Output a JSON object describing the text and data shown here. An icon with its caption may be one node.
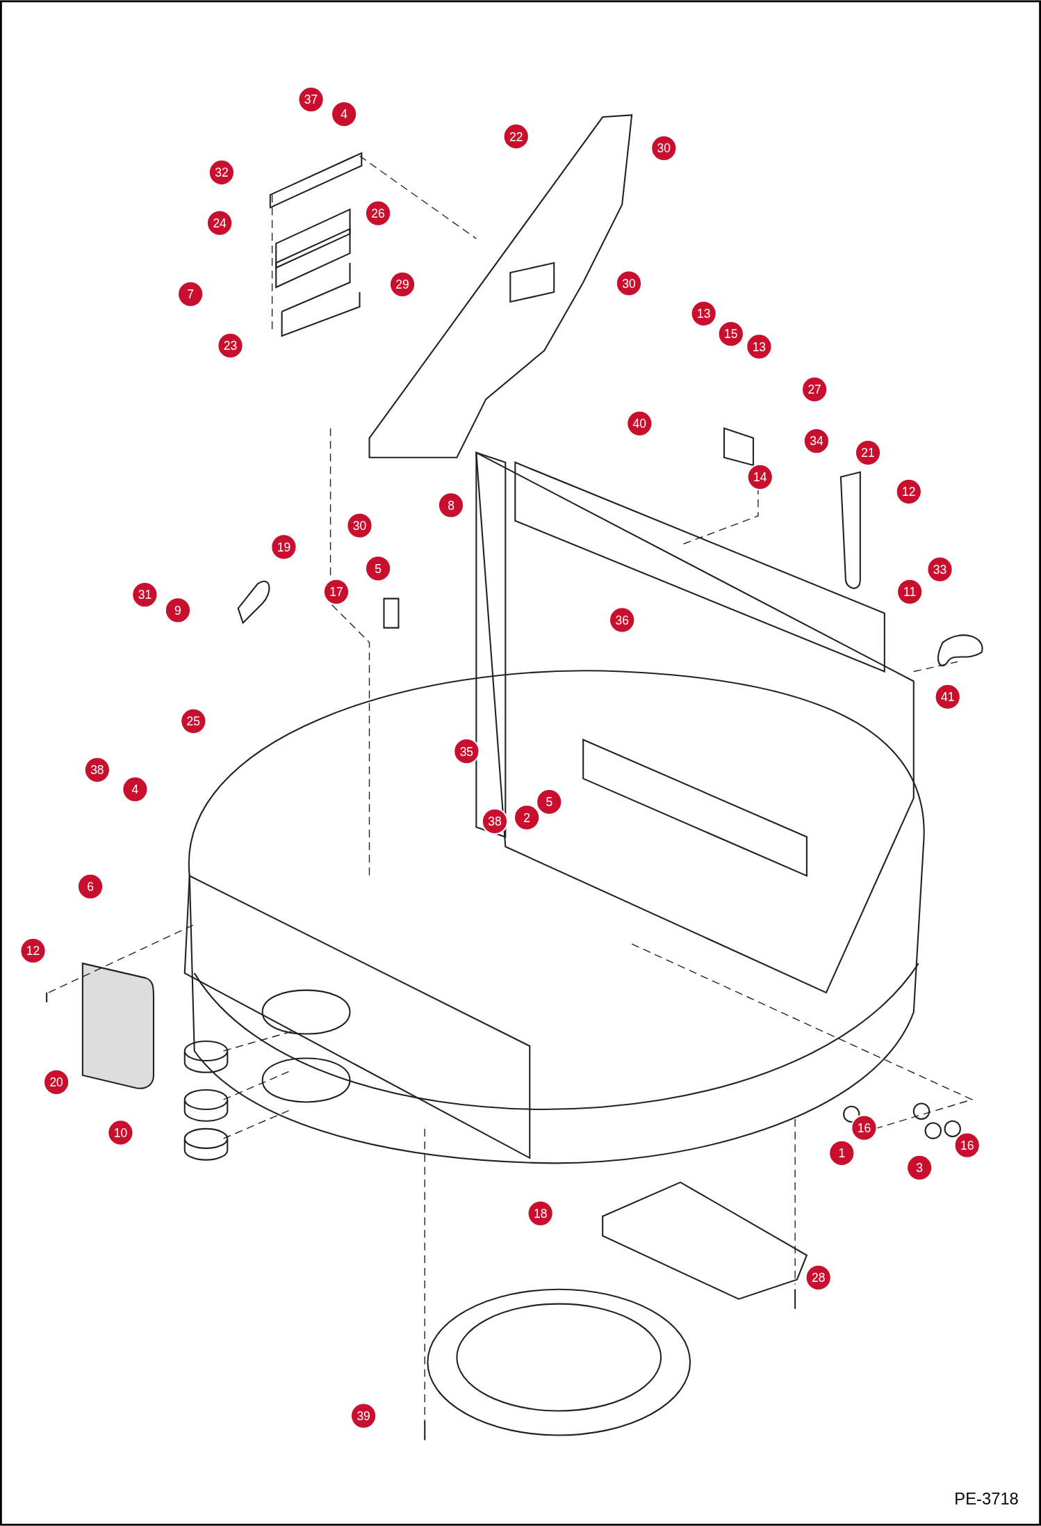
{
  "diagram": {
    "labels": [
      "37",
      "4",
      "22",
      "30",
      "32",
      "26",
      "24",
      "29",
      "30",
      "7",
      "23",
      "13",
      "15",
      "13",
      "27",
      "40",
      "34",
      "21",
      "14",
      "12",
      "8",
      "30",
      "19",
      "5",
      "33",
      "17",
      "31",
      "11",
      "9",
      "36",
      "41",
      "25",
      "35",
      "38",
      "4",
      "5",
      "2",
      "38",
      "6",
      "12",
      "20",
      "16",
      "10",
      "16",
      "1",
      "3",
      "18",
      "28",
      "39",
      "PE-3718"
    ]
  }
}
